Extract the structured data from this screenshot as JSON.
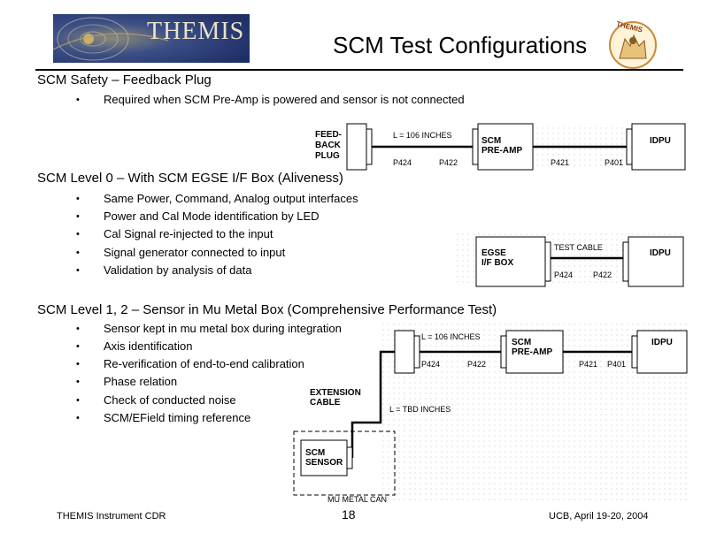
{
  "logo_text": "THEMIS",
  "title": "SCM Test Configurations",
  "seal_text": "THEMIS",
  "sections": [
    {
      "heading": "SCM Safety – Feedback Plug",
      "bullets": [
        "Required when SCM Pre-Amp is powered and sensor is not connected"
      ]
    },
    {
      "heading": "SCM Level 0 – With SCM EGSE I/F Box (Aliveness)",
      "bullets": [
        "Same Power, Command, Analog output interfaces",
        "Power and Cal Mode identification by LED",
        "Cal Signal re-injected to the input",
        "Signal generator connected to input",
        "Validation by analysis of data"
      ]
    },
    {
      "heading": "SCM Level 1, 2 – Sensor in Mu Metal Box (Comprehensive Performance Test)",
      "bullets": [
        "Sensor kept in mu metal box during integration",
        "Axis identification",
        "Re-verification of end-to-end calibration",
        "Phase relation",
        "Check of conducted noise",
        "SCM/EField timing reference"
      ]
    }
  ],
  "bullet_glyph": "•",
  "diagram1": {
    "plug_label": [
      "FEED-",
      "BACK",
      "PLUG"
    ],
    "cable_label": "L = 106 INCHES",
    "preamp_label": [
      "SCM",
      "PRE-AMP"
    ],
    "idpu_label": "IDPU",
    "p424": "P424",
    "p422": "P422",
    "p421": "P421",
    "p401": "P401"
  },
  "diagram2": {
    "egse_label": [
      "EGSE",
      "I/F BOX"
    ],
    "cable_label": "TEST CABLE",
    "idpu_label": "IDPU",
    "p424": "P424",
    "p422": "P422"
  },
  "diagram3": {
    "cable_label": "L = 106 INCHES",
    "preamp_label": [
      "SCM",
      "PRE-AMP"
    ],
    "idpu_label": "IDPU",
    "p424": "P424",
    "p422": "P422",
    "p421": "P421",
    "p401": "P401",
    "ext_label": [
      "EXTENSION",
      "CABLE"
    ],
    "tbd_label": "L = TBD INCHES",
    "sensor_label": [
      "SCM",
      "SENSOR"
    ],
    "can_label": "MU METAL CAN"
  },
  "footer": {
    "left": "THEMIS Instrument CDR",
    "page": "18",
    "right": "UCB, April 19-20, 2004"
  },
  "colors": {
    "logo_bg": "#2a3f7a",
    "logo_text": "#e8e2c8",
    "seal": "#c98a3a"
  }
}
